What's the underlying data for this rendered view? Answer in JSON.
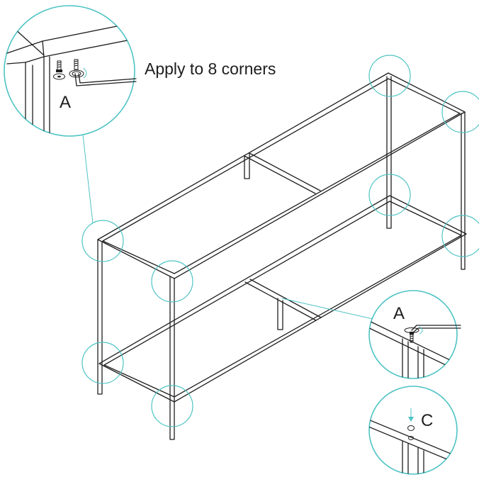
{
  "instruction": "Apply to 8 corners",
  "part_labels": {
    "top_detail": "A",
    "mid_detail": "A",
    "bottom_detail": "C"
  },
  "colors": {
    "callout": "#4ec3c4",
    "line": "#1e1e1e",
    "background": "#ffffff"
  },
  "icons": [
    "bolt-icon",
    "washer-icon",
    "allen-key-icon",
    "arrow-down-icon"
  ]
}
